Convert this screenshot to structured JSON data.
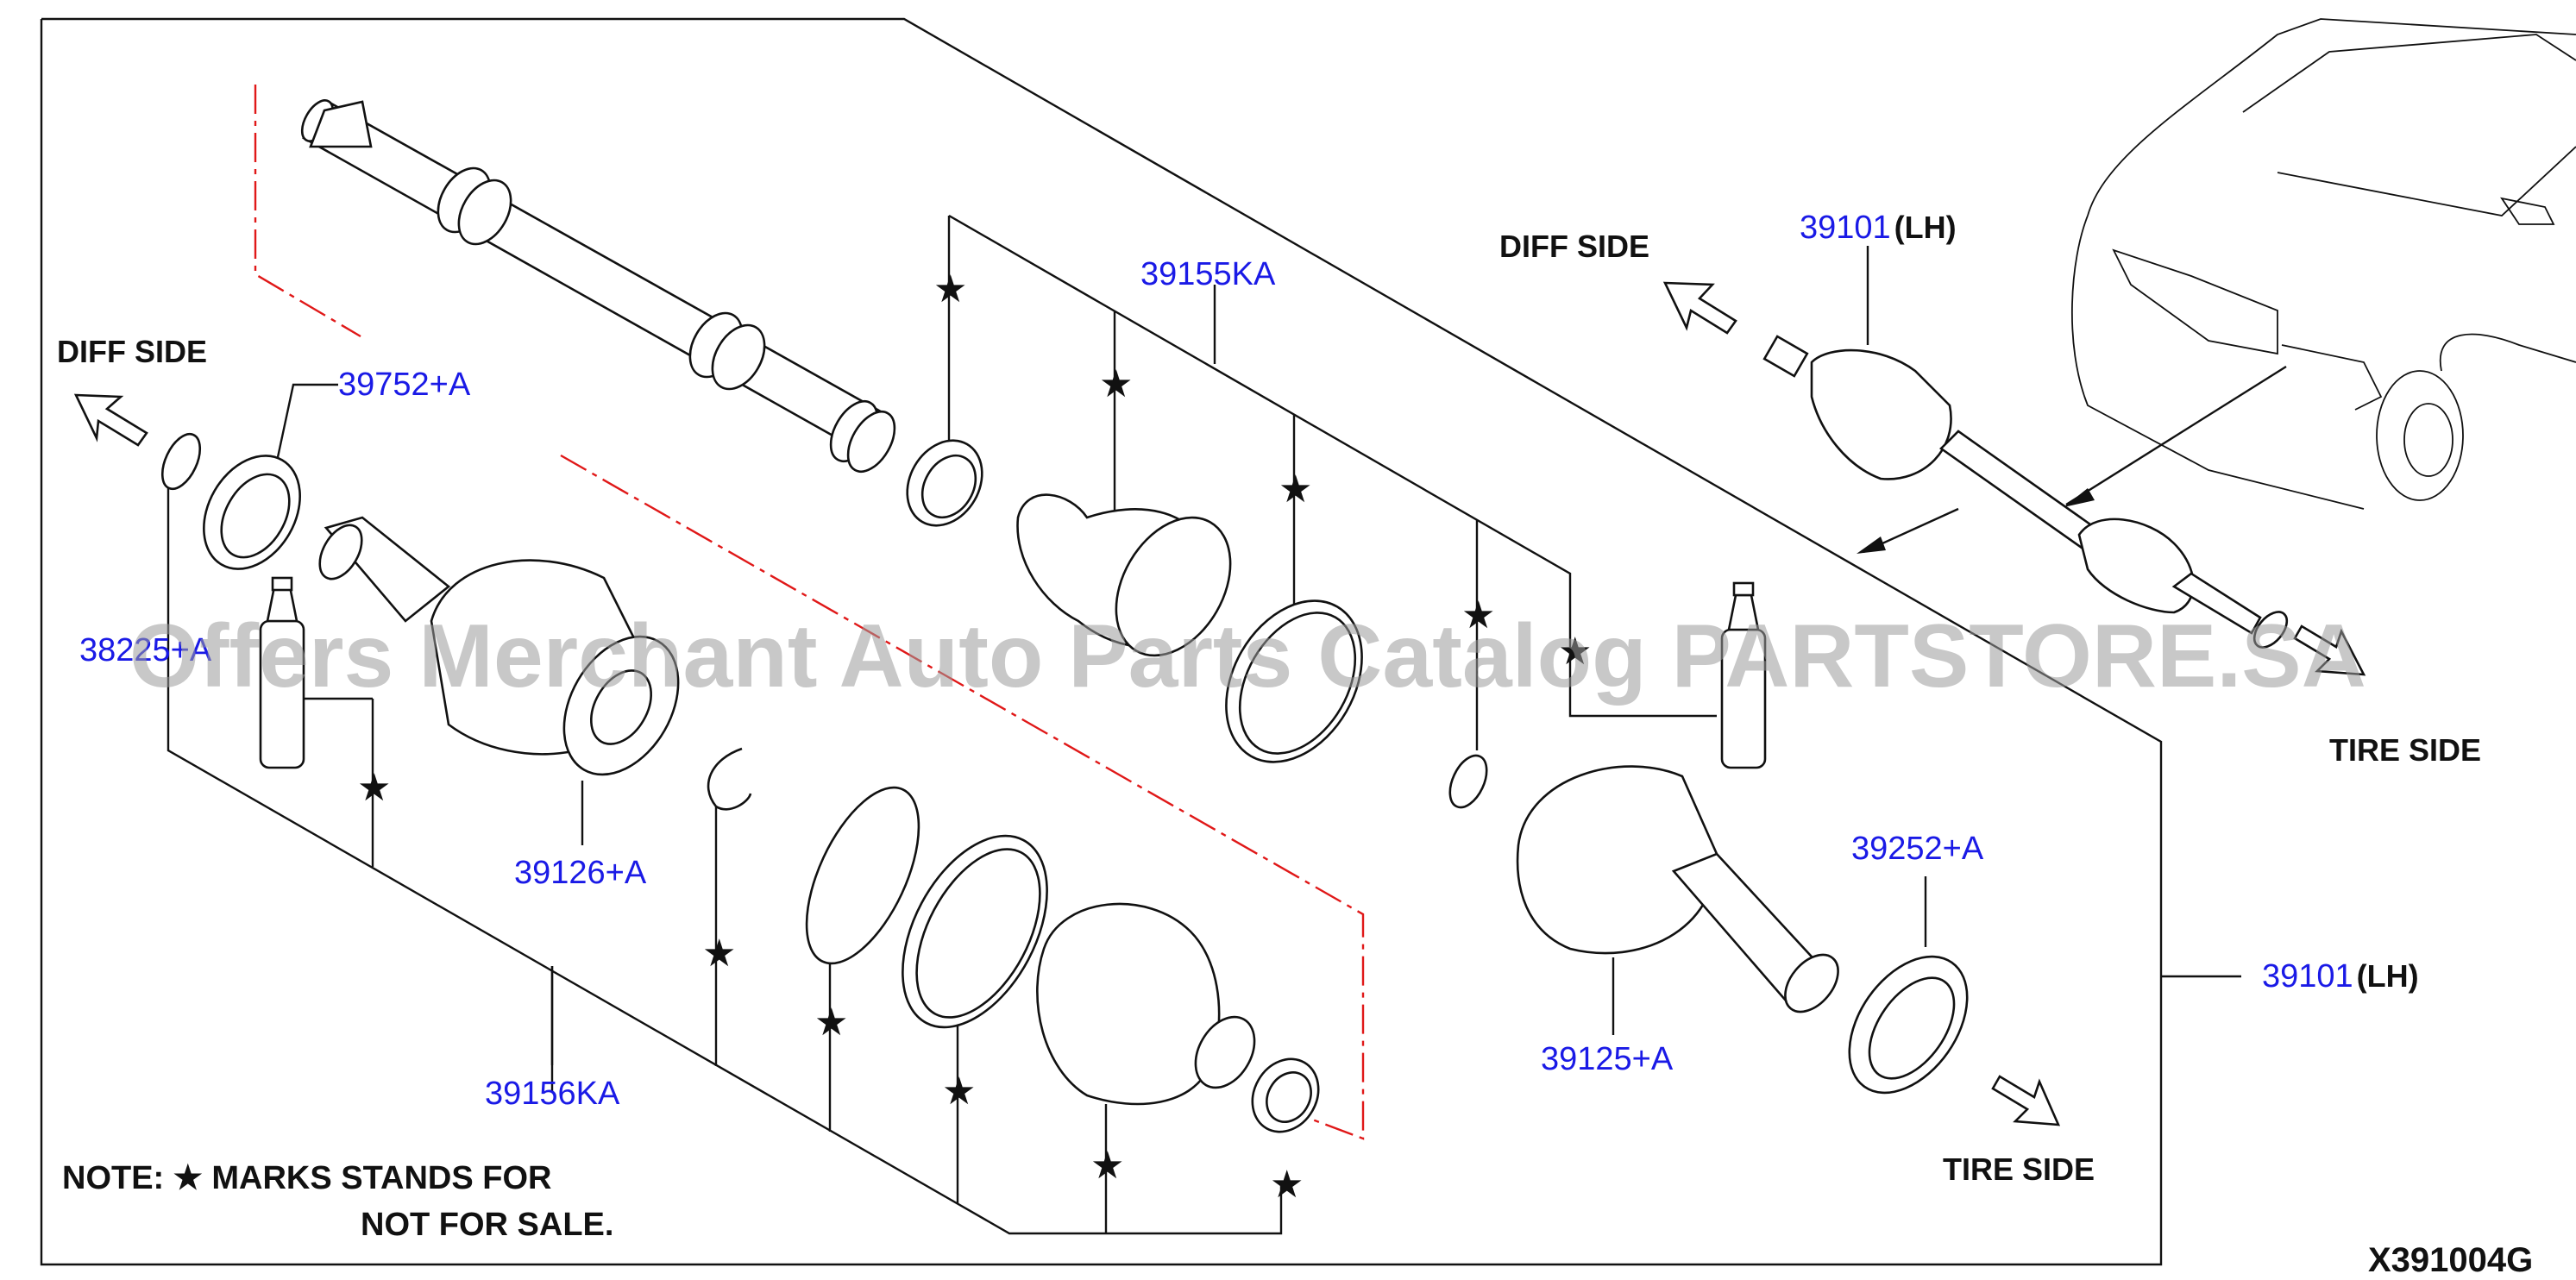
{
  "parts": {
    "p39752": "39752+A",
    "p38225": "38225+A",
    "p39126": "39126+A",
    "p39156": "39156KA",
    "p39155": "39155KA",
    "p39101_num": "39101",
    "p39101_side": "(LH)",
    "p39252": "39252+A",
    "p39125": "39125+A"
  },
  "labels": {
    "diff_side": "DIFF SIDE",
    "tire_side": "TIRE SIDE"
  },
  "note": {
    "line1": "NOTE:  ★ MARKS STANDS FOR",
    "line2": "NOT FOR SALE."
  },
  "diagram_code": "X391004G",
  "watermark": "Offers Merchant Auto Parts Catalog PARTSTORE.SA",
  "colors": {
    "part_number": "#1a1ae6",
    "cut_line": "#e01818",
    "line": "#111111"
  }
}
